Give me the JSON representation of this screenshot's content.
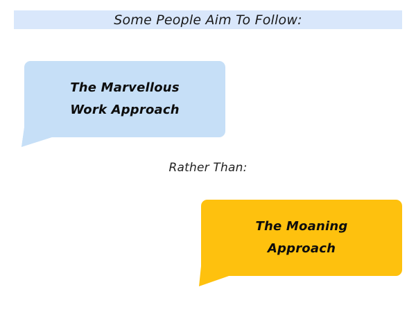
{
  "page": {
    "background_color": "#ffffff"
  },
  "header": {
    "title": "Some People Aim To Follow:",
    "bg_color": "#d9e7fb",
    "text_color": "#1a1a1a"
  },
  "bubbles": {
    "marvellous": {
      "line1": "The Marvellous",
      "line2": "Work Approach",
      "bg_color": "#c6dff7",
      "text_color": "#0d0d0d"
    },
    "moaning": {
      "line1": "The Moaning",
      "line2": "Approach",
      "bg_color": "#fec10e",
      "text_color": "#0d0d0d"
    }
  },
  "divider": {
    "label": "Rather Than:",
    "text_color": "#222222"
  }
}
